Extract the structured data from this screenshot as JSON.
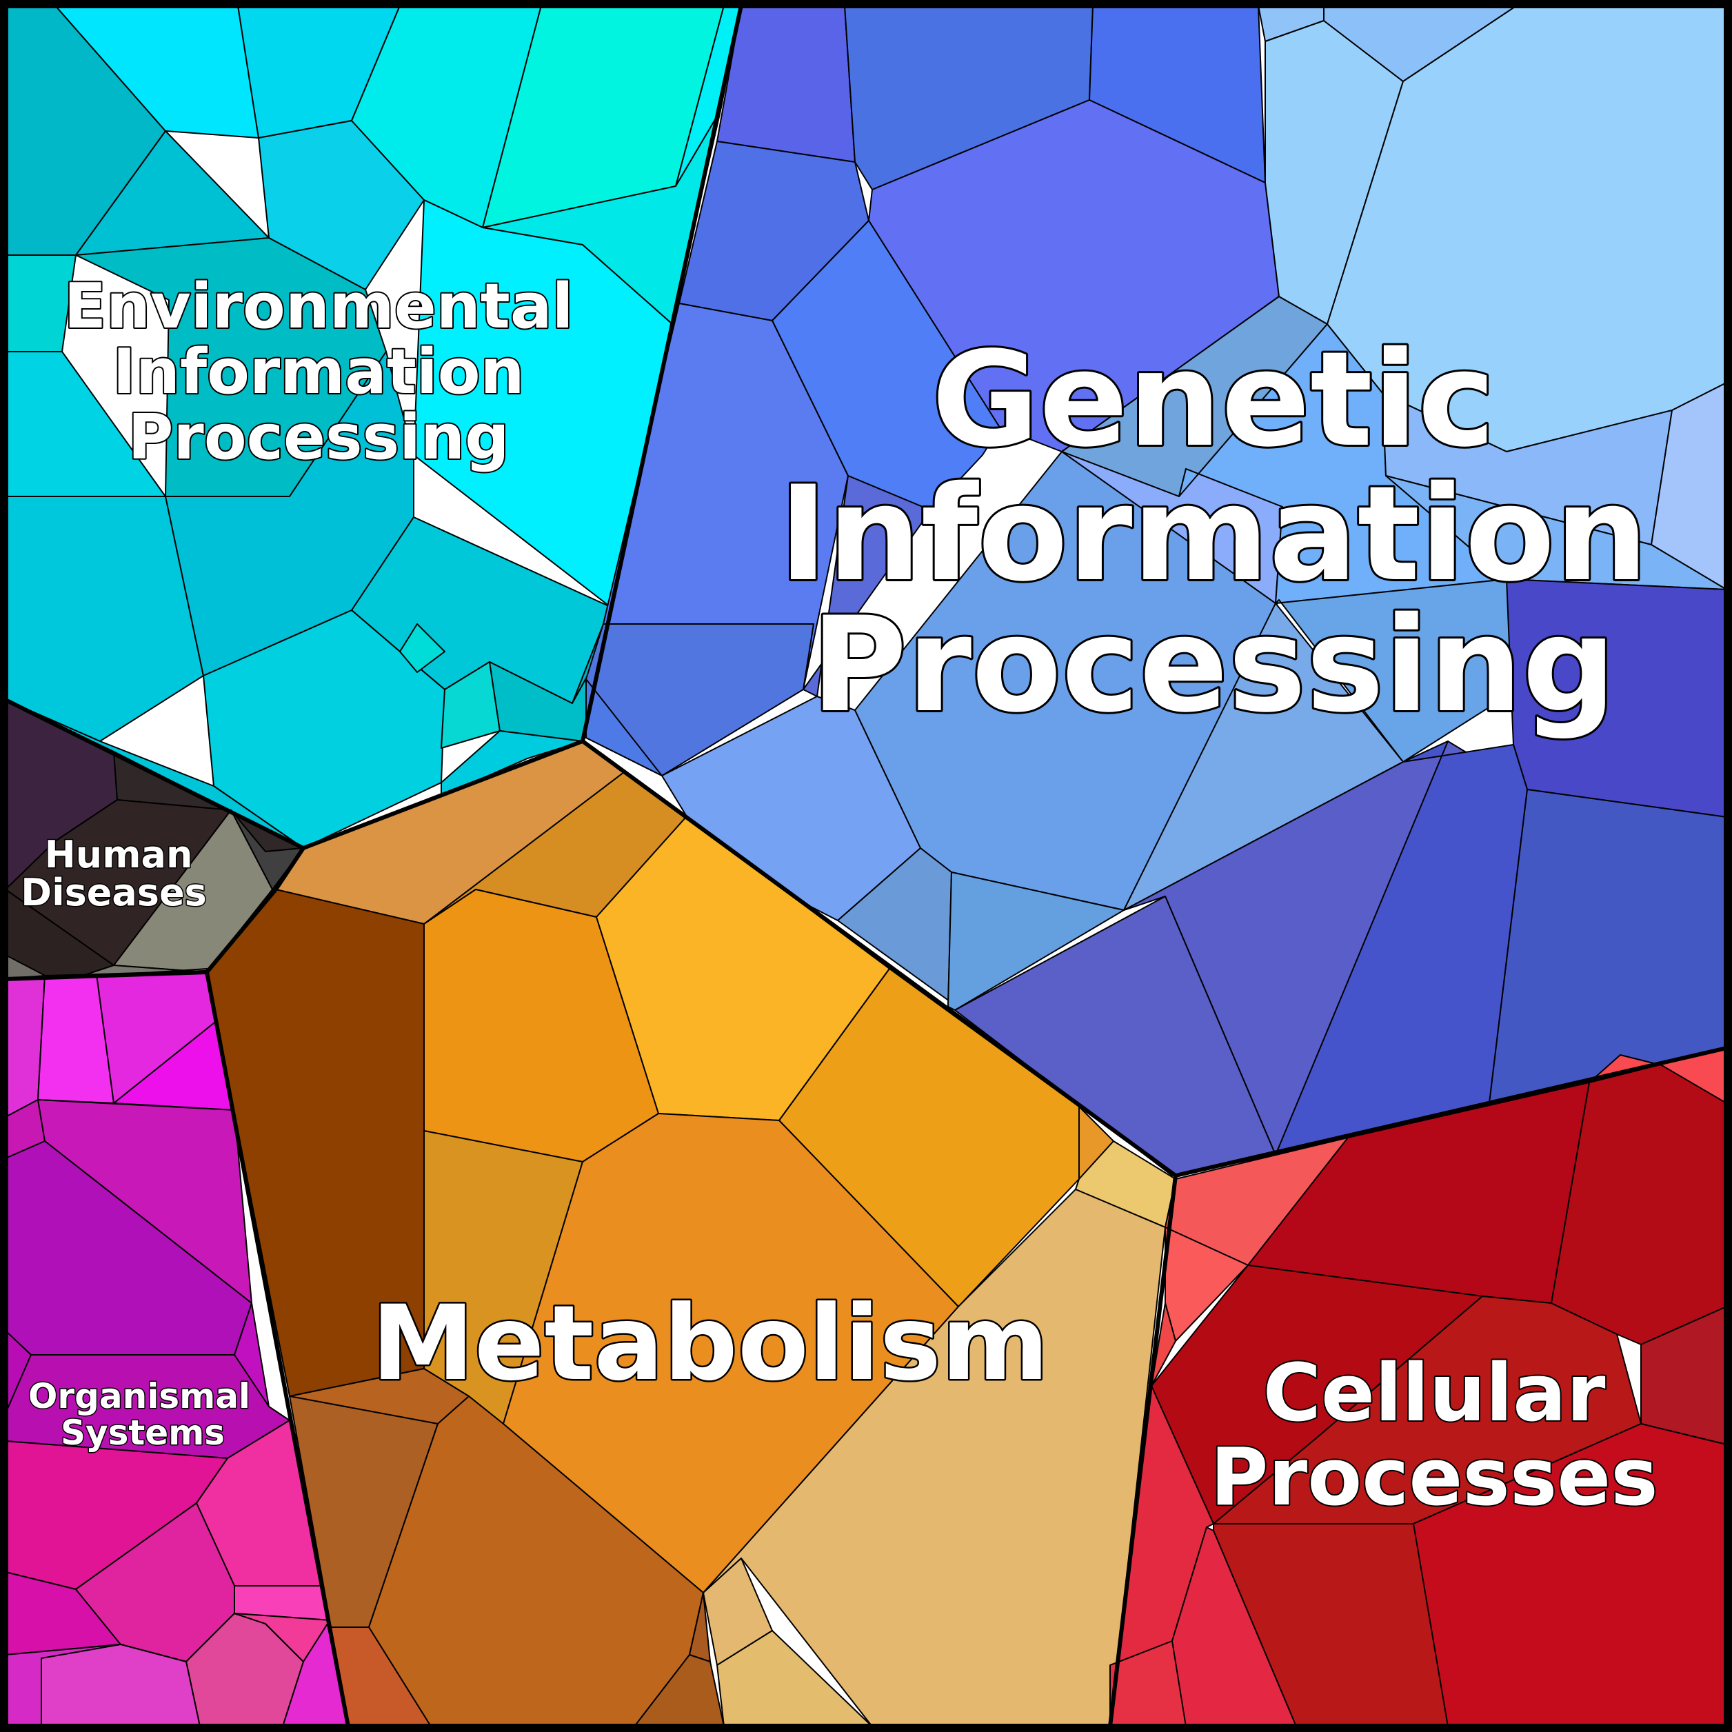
{
  "regions": [
    {
      "id": "environmental",
      "lines": [
        "Environmental",
        "Information",
        "Processing"
      ],
      "color": "#08e8f5"
    },
    {
      "id": "genetic",
      "lines": [
        "Genetic",
        "Information",
        "Processing"
      ],
      "color": "#5a8ef2"
    },
    {
      "id": "human",
      "lines": [
        "Human",
        "Diseases"
      ],
      "color": "#3a2a2e"
    },
    {
      "id": "organismal",
      "lines": [
        "Organismal",
        "Systems"
      ],
      "color": "#d018b8"
    },
    {
      "id": "metabolism",
      "lines": [
        "Metabolism"
      ],
      "color": "#f0a020"
    },
    {
      "id": "cellular",
      "lines": [
        "Cellular",
        "Processes"
      ],
      "color": "#c0101e"
    }
  ]
}
